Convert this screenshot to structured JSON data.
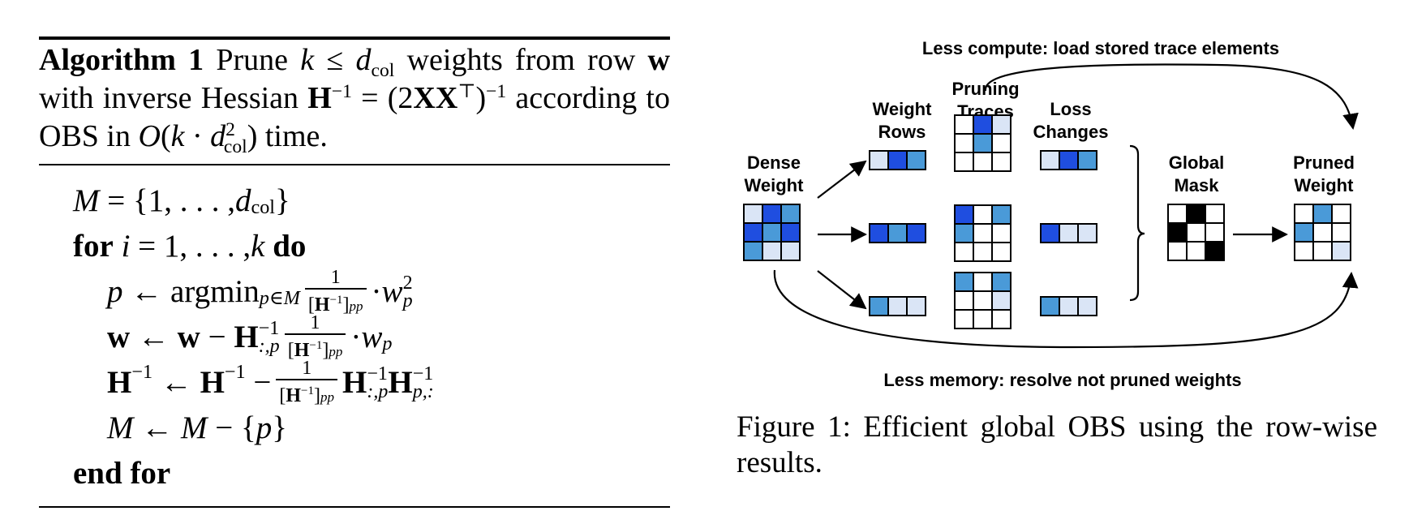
{
  "algorithm": {
    "label": "Algorithm 1",
    "caption_rest": "Prune k ≤ d_col weights from row w with inverse Hessian H⁻¹ = (2XXᵀ)⁻¹ according to OBS in O(k · d²_col) time.",
    "kw_for": "for",
    "kw_do": "do",
    "kw_end_for": "end for",
    "op_argmin": "argmin",
    "lines": [
      "M = {1, . . . , d_col}",
      "for i = 1, . . . , k do",
      "p ← argmin_{p∈M} 1/[H⁻¹]_pp · w_p²",
      "w ← w − H⁻¹_{:,p} 1/[H⁻¹]_pp · w_p",
      "H⁻¹ ← H⁻¹ − 1/[H⁻¹]_pp H⁻¹_{:,p} H⁻¹_{p,:}",
      "M ← M − {p}",
      "end for"
    ]
  },
  "figure": {
    "top_annotation": "Less compute: load stored trace elements",
    "bottom_annotation": "Less memory: resolve not pruned weights",
    "labels": {
      "dense_weight": [
        "Dense",
        "Weight"
      ],
      "weight_rows": [
        "Weight",
        "Rows"
      ],
      "pruning_traces": [
        "Pruning",
        "Traces"
      ],
      "loss_changes": [
        "Loss",
        "Changes"
      ],
      "global_mask": [
        "Global",
        "Mask"
      ],
      "pruned_weight": [
        "Pruned",
        "Weight"
      ]
    },
    "colors": {
      "dark_blue": "#1f4ee0",
      "mid_blue": "#4a9ad8",
      "light_blue": "#dae5f6",
      "white": "#ffffff",
      "black": "#000000"
    },
    "caption": "Figure 1: Efficient global OBS using the row-wise results."
  }
}
